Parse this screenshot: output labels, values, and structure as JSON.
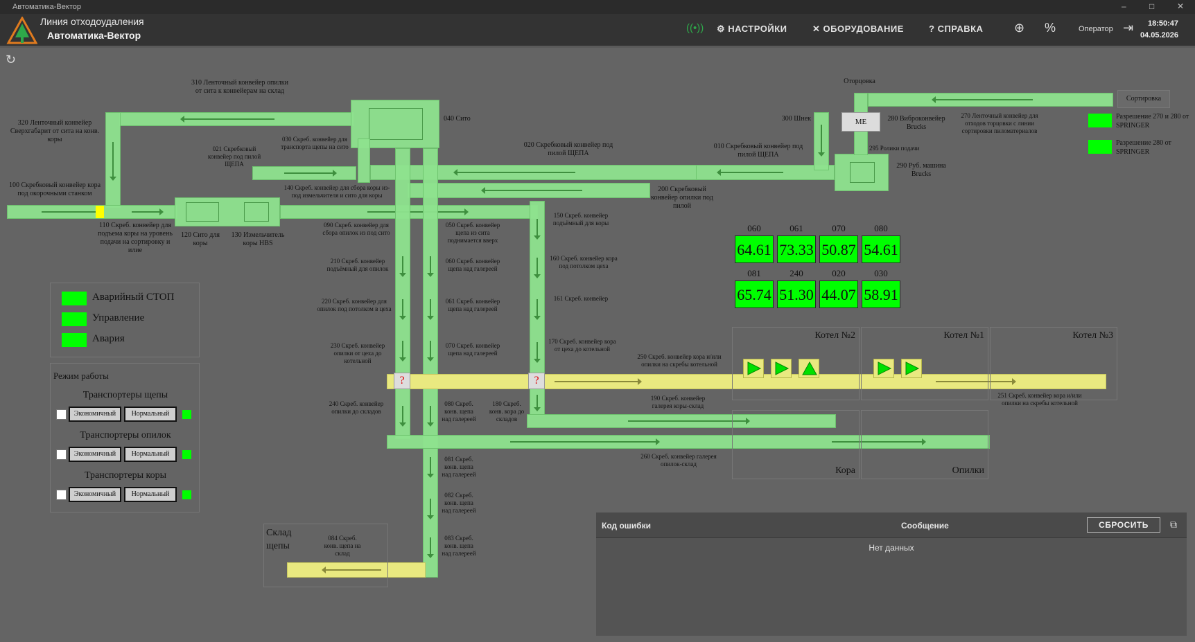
{
  "window": {
    "title": "Автоматика-Вектор",
    "minimize": "–",
    "maximize": "□",
    "close": "✕"
  },
  "header": {
    "title_line1": "Линия отходоудаления",
    "title_line2": "Автоматика-Вектор",
    "menu": {
      "settings": "НАСТРОЙКИ",
      "equipment": "ОБОРУДОВАНИЕ",
      "help": "СПРАВКА"
    },
    "operator": "Оператор",
    "time": "18:50:47",
    "date": "04.05.2026"
  },
  "labels": {
    "c310": "310 Ленточный конвейер опилки от сита к конвейерам на склад",
    "c320": "320 Ленточный конвейер Сверхгабарит от сита на конв. коры",
    "c021": "021 Скребковый конвейер под пилой ЩЕПА",
    "c030": "030 Скреб. конвейер для транспорта щепы на сито",
    "sieve040": "040 Сито",
    "c020": "020 Скребковый конвейер под пилой ЩЕПА",
    "c010": "010 Скребковый конвейер под пилой ЩЕПА",
    "auger300": "300 Шнек",
    "trim": "Оторцовка",
    "c280": "280 Виброконвейер Brucks",
    "c270": "270 Ленточный конвейер для отходов торцовки с линии сортировки пиломатериалов",
    "sort": "Сортировка",
    "rollers295": "295 Ролики подачи",
    "m290": "290 Руб. машина Brucks",
    "c100": "100 Скребковый конвейер кора под окорочными станком",
    "c140": "140 Скреб. конвейер для сбора коры из-под измельчителя и сито для коры",
    "c200": "200 Скребковый конвейер опилки под пилой",
    "c110": "110 Скреб. конвейер для подъема коры на уровень подачи на сортировку и илие",
    "s120": "120 Сито для коры",
    "g130": "130 Измельчитель коры HBS",
    "c090": "090 Скреб. конвейер для сбора опилок из под сито",
    "c050": "050 Скреб. конвейер щепа из сита поднимается вверх",
    "c150": "150 Скреб. конвейер подъёмный для коры",
    "c210": "210 Скреб. конвейер подъёмный для опилок",
    "c060": "060 Скреб. конвейер щепа над галереей",
    "c160": "160 Скреб. конвейер кора под потолком цеха",
    "c220": "220 Скреб. конвейер для опилок под потолком в цеха",
    "c061": "061 Скреб. конвейер щепа над галереей",
    "c161": "161 Скреб. конвейер",
    "c230": "230 Скреб. конвейер опилки от цеха до котельной",
    "c070": "070 Скреб. конвейер щепа над галереей",
    "c170": "170 Скреб. конвейер кора от цеха до котельной",
    "c250": "250 Скреб. конвейер кора и/или опилки на скребы котельной",
    "c240": "240 Скреб. конвейер опилки до складов",
    "c080": "080 Скреб. конв. щепа над галереей",
    "c180": "180 Скреб. конв. кора до складов",
    "c190": "190 Скреб. конвейер галерея коры-склад",
    "c251": "251 Скреб. конвейер кора и/или опилки на скребы котельной",
    "c260": "260 Скреб. конвейер галерея опилок-склад",
    "c081": "081 Скреб. конв. щепа над галереей",
    "c082": "082 Скреб. конв. щепа над галереей",
    "c083": "083 Скреб. конв. щепа над галереей",
    "c084": "084 Скреб. конв. щепа на склад",
    "chipstore": "Склад щепы",
    "boiler2": "Котел №2",
    "boiler1": "Котел №1",
    "boiler3": "Котел №3",
    "bark": "Кора",
    "sawdust": "Опилки",
    "perm1": "Разрешение 270 и 280 от SPRINGER",
    "perm2": "Разрешение 280 от SPRINGER",
    "me": "МЕ",
    "q": "?"
  },
  "sensors": [
    {
      "id": "060",
      "value": "64.61"
    },
    {
      "id": "061",
      "value": "73.33"
    },
    {
      "id": "070",
      "value": "50.87"
    },
    {
      "id": "080",
      "value": "54.61"
    },
    {
      "id": "081",
      "value": "65.74"
    },
    {
      "id": "240",
      "value": "51.30"
    },
    {
      "id": "020",
      "value": "44.07"
    },
    {
      "id": "030",
      "value": "58.91"
    }
  ],
  "legend": {
    "estop": "Аварийный СТОП",
    "control": "Управление",
    "alarm": "Авария"
  },
  "mode": {
    "title": "Режим работы",
    "groups": [
      {
        "name": "Транспортеры щепы"
      },
      {
        "name": "Транспортеры опилок"
      },
      {
        "name": "Транспортеры коры"
      }
    ],
    "eco": "Экономичный",
    "normal": "Нормальный"
  },
  "errors": {
    "col_code": "Код ошибки",
    "col_message": "Сообщение",
    "reset": "СБРОСИТЬ",
    "empty": "Нет данных"
  },
  "colors": {
    "conveyor": "#8fe38f",
    "active": "#00ff00",
    "warning": "#e9e980",
    "background": "#646464"
  }
}
